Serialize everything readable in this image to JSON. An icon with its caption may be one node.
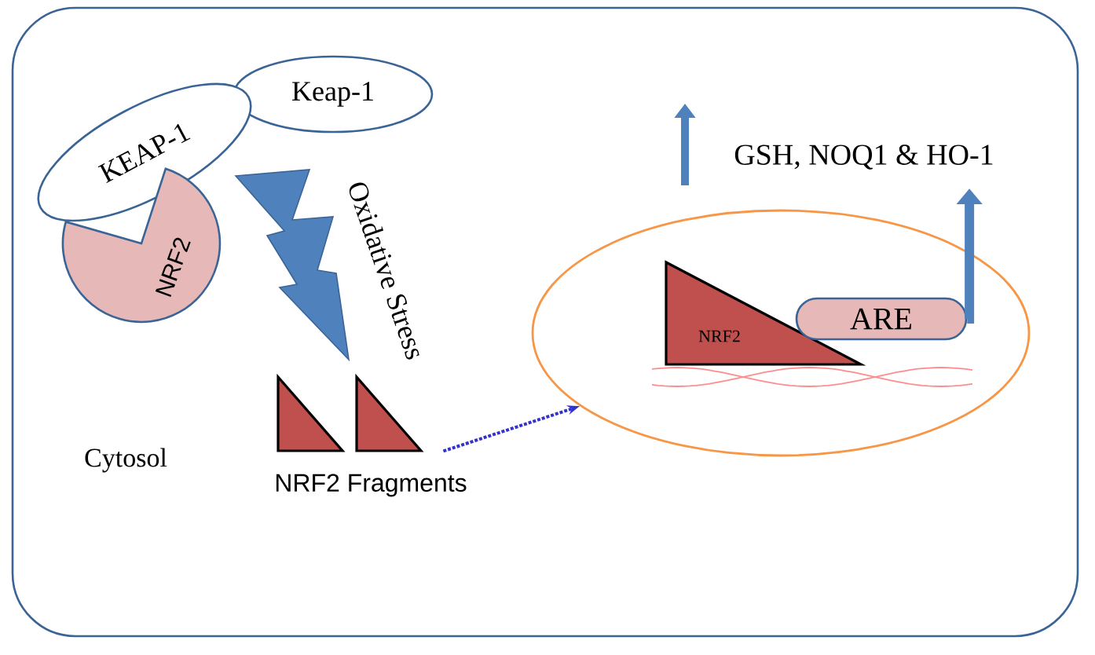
{
  "diagram": {
    "nodes": [
      {
        "text": [],
        "shape": "box"
      },
      {
        "text": [
          "Keap-1"
        ],
        "in": 0
      },
      {
        "text": [
          "KEAP-1"
        ],
        "in": 0
      },
      {
        "text": [
          "NRF2"
        ],
        "in": 0
      },
      {
        "text": [],
        "shape": "triangle",
        "in": 0
      },
      {
        "text": [],
        "shape": "triangle",
        "in": 0
      },
      {
        "text": [],
        "shape": "ellipse",
        "in": 0
      },
      {
        "text": [
          "NRF2"
        ],
        "in": 6
      },
      {
        "text": [
          "ARE"
        ],
        "in": 6
      },
      {
        "text": [
          "GSH, NOQ1 & HO-1"
        ],
        "in": 0
      }
    ],
    "edges": [
      {
        "from": 5,
        "to": 6,
        "arrow": "to",
        "style": "dashed",
        "color": "#3333cc"
      },
      {
        "from": 8,
        "to": 9,
        "arrow": "to",
        "style": "thick",
        "color": "#4f81bd"
      }
    ],
    "labels": [
      "Oxidative Stress",
      "Cytosol",
      "NRF2 Fragments"
    ]
  }
}
